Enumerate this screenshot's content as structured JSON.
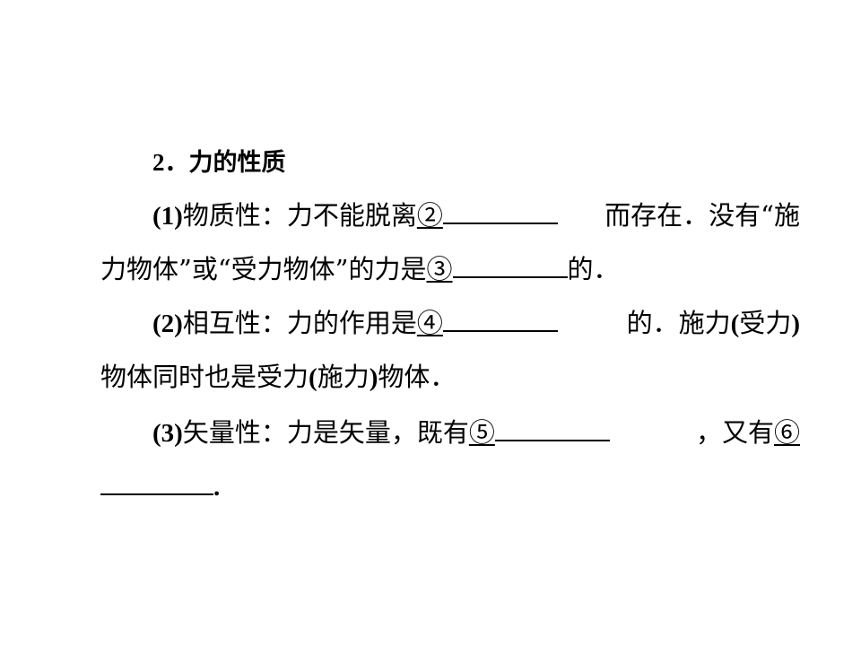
{
  "heading": {
    "number": "2．",
    "title": "力的性质"
  },
  "item1": {
    "marker": "(1)",
    "line1_text": "物质性：力不能脱离",
    "blank_num": "②",
    "line1_after": "而存在．没有“施",
    "line2_text": "力物体”或“受力物体”的力是",
    "blank2_num": "③",
    "line2_after": "的．"
  },
  "item2": {
    "marker": "(2)",
    "line1_text": "相互性：力的作用是",
    "blank_num": "④",
    "line1_after": "的．施力",
    "paren_open": "(",
    "paren_word": "受力",
    "paren_close": ")",
    "line2_before": "物体同时也是受力",
    "line2_paren_open": "(",
    "line2_paren_word": "施力",
    "line2_paren_close": ")",
    "line2_after": "物体．"
  },
  "item3": {
    "marker": "(3)",
    "line1_text": "矢量性：力是矢量，既有",
    "blank_num": "⑤",
    "line1_mid": "，又有",
    "blank2_num": "⑥",
    "line2_end": "."
  }
}
